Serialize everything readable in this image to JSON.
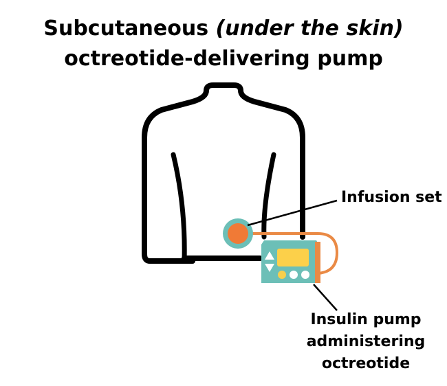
{
  "title": {
    "line1_prefix": "Subcutaneous ",
    "line1_italic": "(under the skin)",
    "line2": "octreotide-delivering pump"
  },
  "labels": {
    "infusion_set": "Infusion set",
    "pump_line1": "Insulin pump",
    "pump_line2": "administering",
    "pump_line3": "octreotide"
  },
  "colors": {
    "outline": "#000000",
    "teal": "#6cbfb7",
    "orange": "#f07a36",
    "tube": "#ea8a45",
    "screen": "#fcd04a",
    "button_yellow": "#f7cf4b",
    "button_white": "#ffffff"
  },
  "icons": {
    "body": "torso-outline-icon",
    "infusion": "infusion-set-icon",
    "pump": "insulin-pump-icon"
  }
}
